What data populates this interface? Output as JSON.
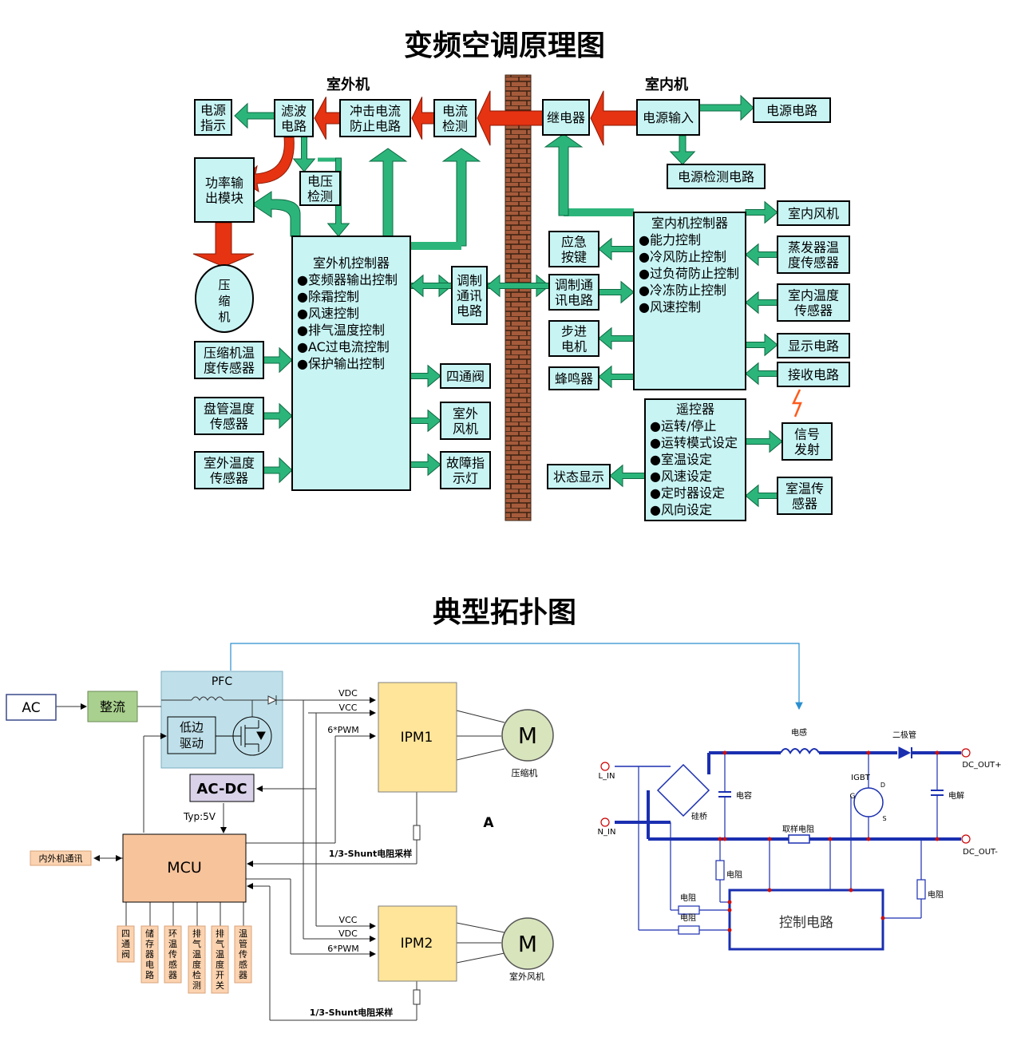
{
  "title_top": "变频空调原理图",
  "title_bottom": "典型拓扑图",
  "top": {
    "outdoor_label": "室外机",
    "indoor_label": "室内机",
    "power_indicator": [
      "电源",
      "指示"
    ],
    "filter": [
      "滤波",
      "电路"
    ],
    "surge": [
      "冲击电流",
      "防止电路"
    ],
    "current_detect": [
      "电流",
      "检测"
    ],
    "relay": "继电器",
    "power_input": "电源输入",
    "power_circuit": "电源电路",
    "power_module": [
      "功率输",
      "出模块"
    ],
    "voltage_detect": [
      "电压",
      "检测"
    ],
    "power_detect_circuit": "电源检测电路",
    "compressor": [
      "压",
      "缩",
      "机"
    ],
    "outdoor_ctrl_title": "室外机控制器",
    "outdoor_ctrl_items": [
      "●变频器输出控制",
      "●除霜控制",
      "●风速控制",
      "●排气温度控制",
      "●AC过电流控制",
      "●保护输出控制"
    ],
    "indoor_ctrl_title": "室内机控制器",
    "indoor_ctrl_items": [
      "●能力控制",
      "●冷风防止控制",
      "●过负荷防止控制",
      "●冷冻防止控制",
      "●风速控制"
    ],
    "comp_temp_sensor": [
      "压缩机温",
      "度传感器"
    ],
    "coil_temp_sensor": [
      "盘管温度",
      "传感器"
    ],
    "outdoor_temp_sensor": [
      "室外温度",
      "传感器"
    ],
    "comm_outdoor": [
      "调制",
      "通讯",
      "电路"
    ],
    "comm_indoor": [
      "调制通",
      "讯电路"
    ],
    "four_way_valve": "四通阀",
    "outdoor_fan": [
      "室外",
      "风机"
    ],
    "fault_light": [
      "故障指",
      "示灯"
    ],
    "emergency": [
      "应急",
      "按键"
    ],
    "stepper": [
      "步进",
      "电机"
    ],
    "buzzer": "蜂鸣器",
    "indoor_fan": "室内风机",
    "evap_sensor": [
      "蒸发器温",
      "度传感器"
    ],
    "indoor_temp_sensor": [
      "室内温度",
      "传感器"
    ],
    "display_circuit": "显示电路",
    "receive_circuit": "接收电路",
    "remote_title": "遥控器",
    "remote_items": [
      "●运转/停止",
      "●运转模式设定",
      "●室温设定",
      "●风速设定",
      "●定时器设定",
      "●风向设定"
    ],
    "signal_emit": [
      "信号",
      "发射"
    ],
    "status_display": "状态显示",
    "room_temp_sensor": [
      "室温传",
      "感器"
    ]
  },
  "bottom": {
    "ac": "AC",
    "rectifier": "整流",
    "pfc": "PFC",
    "low_drive": [
      "低边",
      "驱动"
    ],
    "ac_dc": "AC-DC",
    "typ5v": "Typ:5V",
    "mcu": "MCU",
    "ipm1": "IPM1",
    "ipm2": "IPM2",
    "vdc": "VDC",
    "vcc": "VCC",
    "pwm": "6*PWM",
    "motor": "M",
    "compressor": "压缩机",
    "outdoor_fan": "室外风机",
    "shunt": "1/3-Shunt电阻采样",
    "comm": "内外机通讯",
    "letter_a": "A",
    "mcu_io": [
      [
        "四",
        "通",
        "阀"
      ],
      [
        "储",
        "存",
        "器",
        "电",
        "路"
      ],
      [
        "环",
        "温",
        "传",
        "感",
        "器"
      ],
      [
        "排",
        "气",
        "温",
        "度",
        "检",
        "测"
      ],
      [
        "排",
        "气",
        "温",
        "度",
        "开",
        "关"
      ],
      [
        "温",
        "管",
        "传",
        "感",
        "器"
      ]
    ],
    "inductor": "电感",
    "diode": "二极管",
    "l_in": "L_IN",
    "n_in": "N_IN",
    "dc_out_p": "DC_OUT+",
    "dc_out_n": "DC_OUT-",
    "capacitor": "电容",
    "bridge": "硅桥",
    "igbt": "IGBT",
    "electrolytic": "电解",
    "shunt_r": "取样电阻",
    "resistor": "电阻",
    "control_circuit": "控制电路",
    "pin_g": "G",
    "pin_d": "D",
    "pin_s": "S"
  },
  "colors": {
    "box_fill": "#c8f4f4",
    "green_arrow": "#2cb57a",
    "red_arrow": "#e63312",
    "wall": "#a55b3b",
    "blue": "#1a2fb0"
  }
}
